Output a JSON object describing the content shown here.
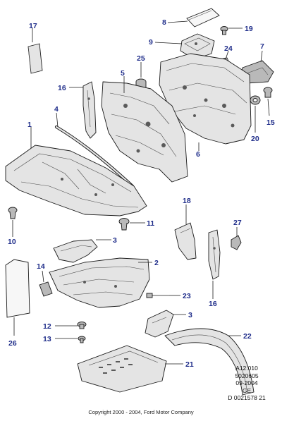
{
  "callouts": {
    "c1": "1",
    "c2": "2",
    "c3a": "3",
    "c3b": "3",
    "c4": "4",
    "c5": "5",
    "c6": "6",
    "c7": "7",
    "c8": "8",
    "c9": "9",
    "c10": "10",
    "c11": "11",
    "c12": "12",
    "c13": "13",
    "c14": "14",
    "c15": "15",
    "c16a": "16",
    "c16b": "16",
    "c17": "17",
    "c18": "18",
    "c19": "19",
    "c20": "20",
    "c21": "21",
    "c22": "22",
    "c23": "23",
    "c24": "24",
    "c25": "25",
    "c26": "26",
    "c27": "27"
  },
  "reference_block": {
    "line1": "A12.010",
    "line2": "5020605",
    "line3": "09-2004",
    "line4": "GE",
    "line5": "D 0021578 21"
  },
  "copyright": "Copyright 2000 - 2004, Ford Motor Company"
}
